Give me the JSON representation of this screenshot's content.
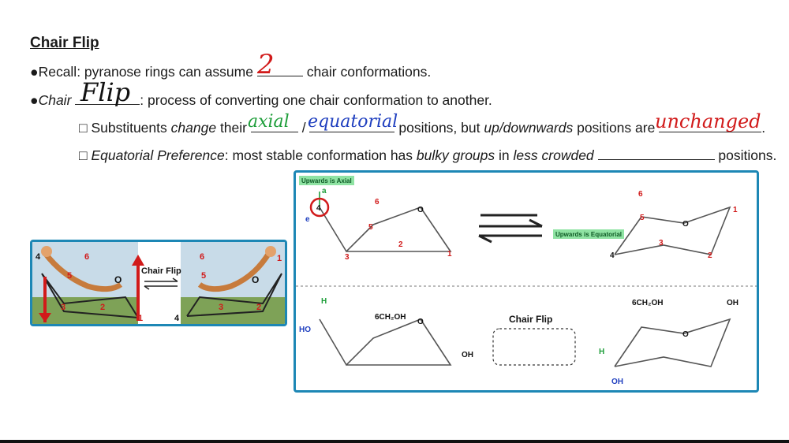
{
  "heading": "Chair Flip",
  "line1": {
    "bullet": "●Recall: pyranose rings can assume",
    "answer": "2",
    "after": "chair conformations."
  },
  "line2": {
    "bullet": "●",
    "term": "Chair",
    "answer": "Flip",
    "after": ": process of converting one chair conformation to another."
  },
  "line3": {
    "box": "□",
    "t1": "Substituents",
    "t2": "change",
    "t3": "their",
    "answer_a": "axial",
    "slash": "/",
    "answer_b": "equatorial",
    "t4": "positions, but",
    "t5": "up/downwards",
    "t6": "positions are",
    "answer_c": "unchanged",
    "end": "."
  },
  "line4": {
    "box": "□",
    "t1": "Equatorial Preference",
    "t2": ": most stable conformation has",
    "t3": "bulky groups",
    "t4": "in",
    "t5": "less crowded",
    "t6": "positions."
  },
  "left_panel": {
    "label": "Chair Flip",
    "numbers_left": [
      "4",
      "6",
      "5",
      "O",
      "3",
      "2",
      "1"
    ],
    "numbers_right": [
      "6",
      "5",
      "O",
      "1",
      "3",
      "2",
      "4"
    ]
  },
  "right_panel": {
    "tag_upwards": "Upwards is Axial",
    "tag_equatorial": "Upwards is Equatorial",
    "chair_flip_label": "Chair Flip",
    "top_left": {
      "a": "a",
      "e": "e",
      "c4": "4",
      "c6": "6",
      "c5": "5",
      "c3": "3",
      "c2": "2",
      "c1": "1",
      "o": "O"
    },
    "bottom_left": {
      "h": "H",
      "ho": "HO",
      "ch2oh": "6CH₂OH",
      "oh": "OH",
      "o": "O"
    },
    "bottom_right": {
      "ch2oh": "6CH₂OH",
      "oh": "OH",
      "h": "H",
      "o": "O"
    }
  },
  "colors": {
    "red": "#d11a1a",
    "blue": "#1f3fbf",
    "green": "#1e9e3a",
    "frame": "#1d87b5"
  }
}
